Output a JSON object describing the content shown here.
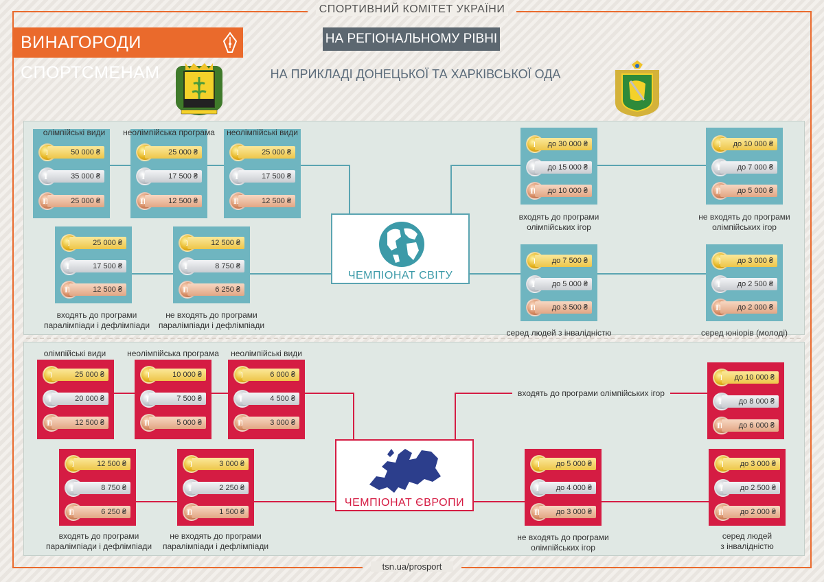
{
  "header": {
    "title": "ВИНАГОРОДИ СПОРТСМЕНАМ",
    "committee": "СПОРТИВНИЙ КОМІТЕТ УКРАЇНИ",
    "level": "НА РЕГІОНАЛЬНОМУ РІВНІ",
    "example": "НА ПРИКЛАДІ ДОНЕЦЬКОЇ ТА ХАРКІВСЬКОЇ ОДА"
  },
  "colors": {
    "orange": "#ea6a2c",
    "teal": "#6fb5c0",
    "red": "#d51c43",
    "slate": "#5c6770"
  },
  "icons": [
    "pen-icon",
    "donetsk-emblem",
    "kharkiv-emblem",
    "globe-icon",
    "europe-map-icon"
  ],
  "medal_marks": {
    "gold": "I",
    "silver": "II",
    "bronze": "III"
  },
  "world": {
    "title": "ЧЕМПІОНАТ СВІТУ",
    "olympic": {
      "label": "олімпійські види",
      "gold": "50 000 ₴",
      "silver": "35 000 ₴",
      "bronze": "25 000 ₴"
    },
    "non_olympic_program": {
      "label": "неолімпійська програма",
      "gold": "25 000 ₴",
      "silver": "17 500 ₴",
      "bronze": "12 500 ₴"
    },
    "non_olympic": {
      "label": "неолімпійські види",
      "gold": "25 000 ₴",
      "silver": "17 500 ₴",
      "bronze": "12 500 ₴"
    },
    "para_in": {
      "label1": "входять до програми",
      "label2": "паралімпіади і дефлімпіади",
      "gold": "25 000 ₴",
      "silver": "17 500 ₴",
      "bronze": "12 500 ₴"
    },
    "para_out": {
      "label1": "не входять до програми",
      "label2": "паралімпіади і дефлімпіади",
      "gold": "12 500 ₴",
      "silver": "8 750 ₴",
      "bronze": "6 250 ₴"
    },
    "kh_olympic_in": {
      "label1": "входять до програми",
      "label2": "олімпійських ігор",
      "gold": "до 30 000 ₴",
      "silver": "до 15 000 ₴",
      "bronze": "до 10 000 ₴"
    },
    "kh_olympic_out": {
      "label1": "не входять до програми",
      "label2": "олімпійських ігор",
      "gold": "до 10 000 ₴",
      "silver": "до 7 000 ₴",
      "bronze": "до 5 000 ₴"
    },
    "kh_disabled": {
      "label": "серед людей з інвалідністю",
      "gold": "до 7 500 ₴",
      "silver": "до 5 000 ₴",
      "bronze": "до 3 500 ₴"
    },
    "kh_juniors": {
      "label": "серед юніорів (молоді)",
      "gold": "до 3 000 ₴",
      "silver": "до 2 500 ₴",
      "bronze": "до 2 000 ₴"
    }
  },
  "europe": {
    "title": "ЧЕМПІОНАТ ЄВРОПИ",
    "olympic": {
      "label": "олімпійські види",
      "gold": "25 000 ₴",
      "silver": "20 000 ₴",
      "bronze": "12 500 ₴"
    },
    "non_olympic_program": {
      "label": "неолімпійська програма",
      "gold": "10 000 ₴",
      "silver": "7 500 ₴",
      "bronze": "5 000 ₴"
    },
    "non_olympic": {
      "label": "неолімпійські види",
      "gold": "6 000 ₴",
      "silver": "4 500 ₴",
      "bronze": "3 000 ₴"
    },
    "para_in": {
      "label1": "входять до програми",
      "label2": "паралімпіади і дефлімпіади",
      "gold": "12 500 ₴",
      "silver": "8 750 ₴",
      "bronze": "6 250 ₴"
    },
    "para_out": {
      "label1": "не входять до програми",
      "label2": "паралімпіади і дефлімпіади",
      "gold": "3 000 ₴",
      "silver": "2 250 ₴",
      "bronze": "1 500 ₴"
    },
    "kh_olympic_in": {
      "label": "входять до програми олімпійських ігор",
      "gold": "до 10 000 ₴",
      "silver": "до 8 000 ₴",
      "bronze": "до 6 000 ₴"
    },
    "kh_olympic_out": {
      "label1": "не входять до програми",
      "label2": "олімпійських ігор",
      "gold": "до 5 000 ₴",
      "silver": "до 4 000 ₴",
      "bronze": "до 3 000 ₴"
    },
    "kh_disabled": {
      "label1": "серед людей",
      "label2": "з інвалідністю",
      "gold": "до 3 000 ₴",
      "silver": "до 2 500 ₴",
      "bronze": "до 2 000 ₴"
    }
  },
  "footer": {
    "url": "tsn.ua/prosport"
  }
}
